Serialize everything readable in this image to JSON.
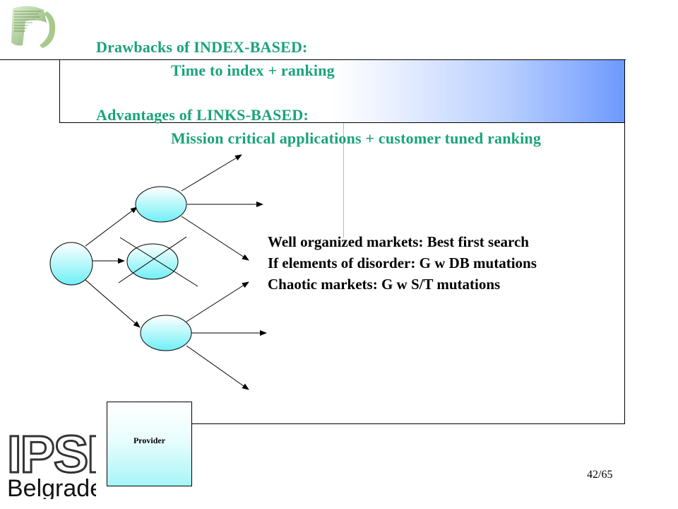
{
  "slide": {
    "heading1": "Drawbacks of INDEX-BASED:",
    "sub1": "Time to index + ranking",
    "heading2": "Advantages of LINKS-BASED:",
    "sub2": "Mission critical applications + customer tuned ranking",
    "points": [
      "Well organized markets: Best first search",
      "If elements of disorder: G w DB mutations",
      "Chaotic markets: G w S/T mutations"
    ],
    "provider_label": "Provider",
    "page_number": "42/65",
    "logo": {
      "line1": "IPSI",
      "line2": "Belgrade"
    }
  },
  "colors": {
    "heading_green": "#1aa37a",
    "node_fill": "#6ff0f6",
    "band_blue": "#6c99fb"
  }
}
